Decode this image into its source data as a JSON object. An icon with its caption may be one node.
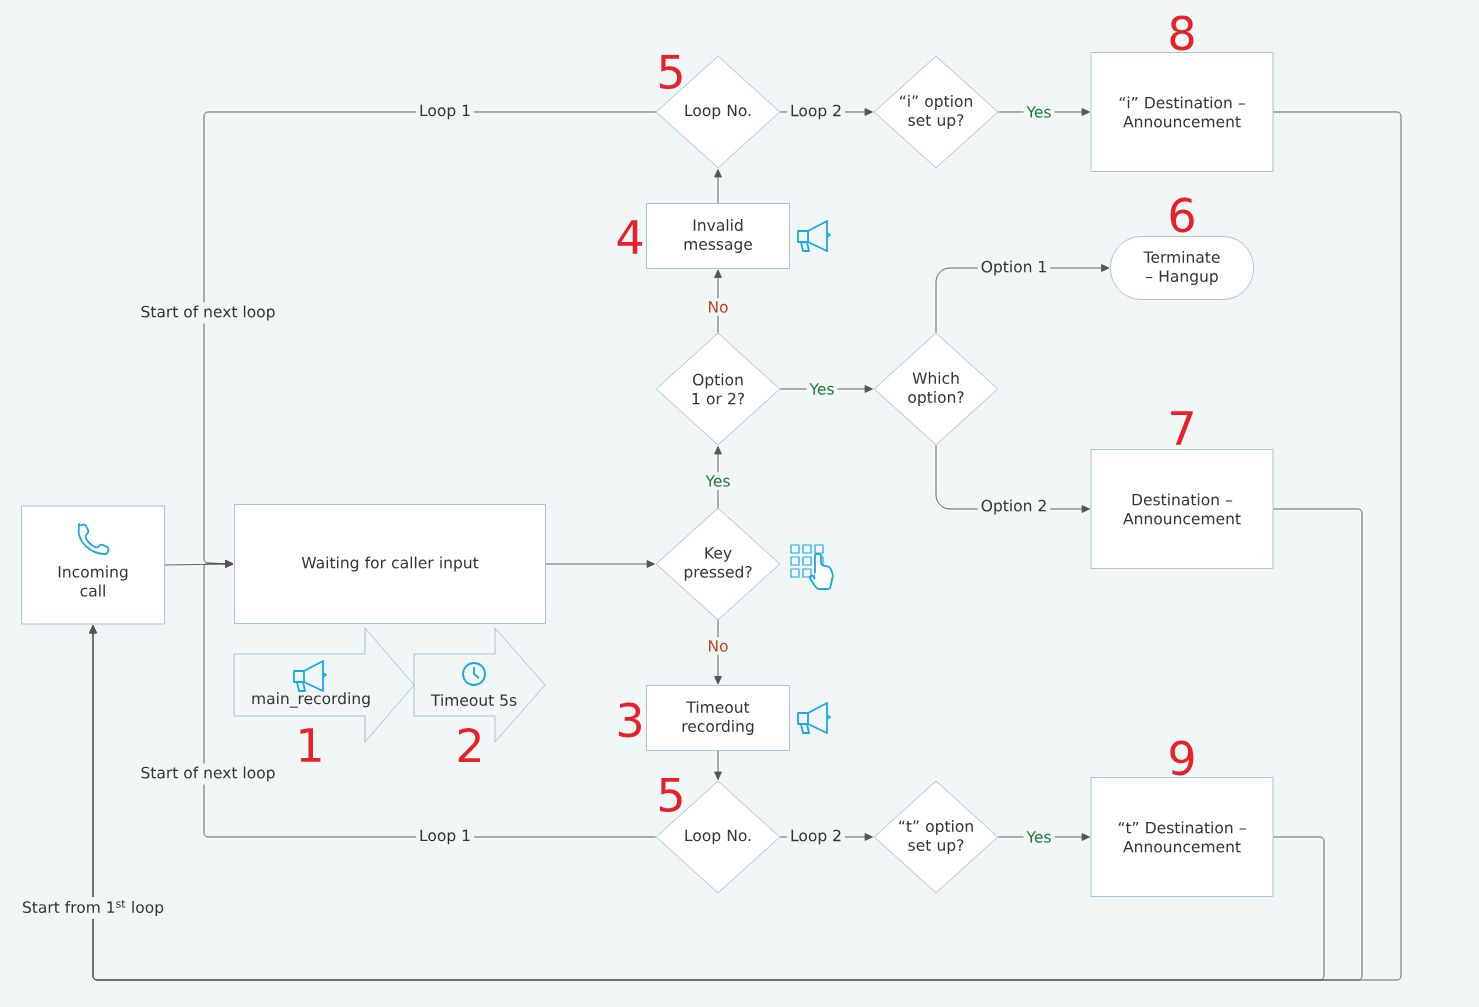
{
  "diagram": {
    "nodes": [
      {
        "text": [
          "Incoming call"
        ]
      },
      {
        "text": [
          "Waiting for caller input"
        ]
      },
      {
        "text": [
          "main_recording"
        ],
        "beside": [
          "1"
        ]
      },
      {
        "text": [
          "Timeout 5s"
        ],
        "beside": [
          "2"
        ]
      },
      {
        "text": [
          "Key pressed?"
        ]
      },
      {
        "text": [
          "Option 1 or 2?"
        ]
      },
      {
        "text": [
          "Invalid message"
        ],
        "beside": [
          "4"
        ]
      },
      {
        "text": [
          "Loop No."
        ],
        "beside": [
          "5"
        ]
      },
      {
        "text": [
          "“i” option set up?"
        ]
      },
      {
        "text": [
          "“i” Destination – Announcement"
        ],
        "beside": [
          "8"
        ]
      },
      {
        "text": [
          "Which option?"
        ]
      },
      {
        "text": [
          "Terminate – Hangup"
        ],
        "beside": [
          "6"
        ]
      },
      {
        "text": [
          "Destination – Announcement"
        ],
        "beside": [
          "7"
        ]
      },
      {
        "text": [
          "Timeout recording"
        ],
        "beside": [
          "3"
        ]
      },
      {
        "text": [
          "Loop No."
        ],
        "beside": [
          "5"
        ]
      },
      {
        "text": [
          "“t” option set up?"
        ]
      },
      {
        "text": [
          "“t” Destination – Announcement"
        ],
        "beside": [
          "9"
        ]
      }
    ],
    "edges": [
      {
        "from": 0,
        "to": 1,
        "arrow": "to"
      },
      {
        "from": 1,
        "to": 4,
        "arrow": "to"
      },
      {
        "from": 4,
        "to": 5,
        "arrow": "to",
        "label": "Yes"
      },
      {
        "from": 5,
        "to": 6,
        "arrow": "to",
        "label": "No"
      },
      {
        "from": 6,
        "to": 7,
        "arrow": "to"
      },
      {
        "from": 7,
        "to": 8,
        "arrow": "to",
        "label": "Loop 2"
      },
      {
        "from": 8,
        "to": 9,
        "arrow": "to",
        "label": "Yes"
      },
      {
        "from": 5,
        "to": 10,
        "arrow": "to",
        "label": "Yes"
      },
      {
        "from": 10,
        "to": 11,
        "arrow": "to",
        "label": "Option 1"
      },
      {
        "from": 10,
        "to": 12,
        "arrow": "to",
        "label": "Option 2"
      },
      {
        "from": 4,
        "to": 13,
        "arrow": "to",
        "label": "No"
      },
      {
        "from": 13,
        "to": 14,
        "arrow": "to"
      },
      {
        "from": 14,
        "to": 15,
        "arrow": "to",
        "label": "Loop 2"
      },
      {
        "from": 15,
        "to": 16,
        "arrow": "to",
        "label": "Yes"
      },
      {
        "from": 7,
        "to": 1,
        "arrow": "to",
        "label": "Loop 1"
      },
      {
        "from": 14,
        "to": 1,
        "arrow": "to",
        "label": "Loop 1"
      },
      {
        "from": 9,
        "to": 0,
        "arrow": "to",
        "label": "Start from 1$^{st}$ loop"
      },
      {
        "from": 12,
        "to": 0,
        "arrow": "to"
      },
      {
        "from": 16,
        "to": 0,
        "arrow": "to"
      }
    ],
    "labels": [
      "Start of next loop",
      "Start of next loop"
    ]
  }
}
